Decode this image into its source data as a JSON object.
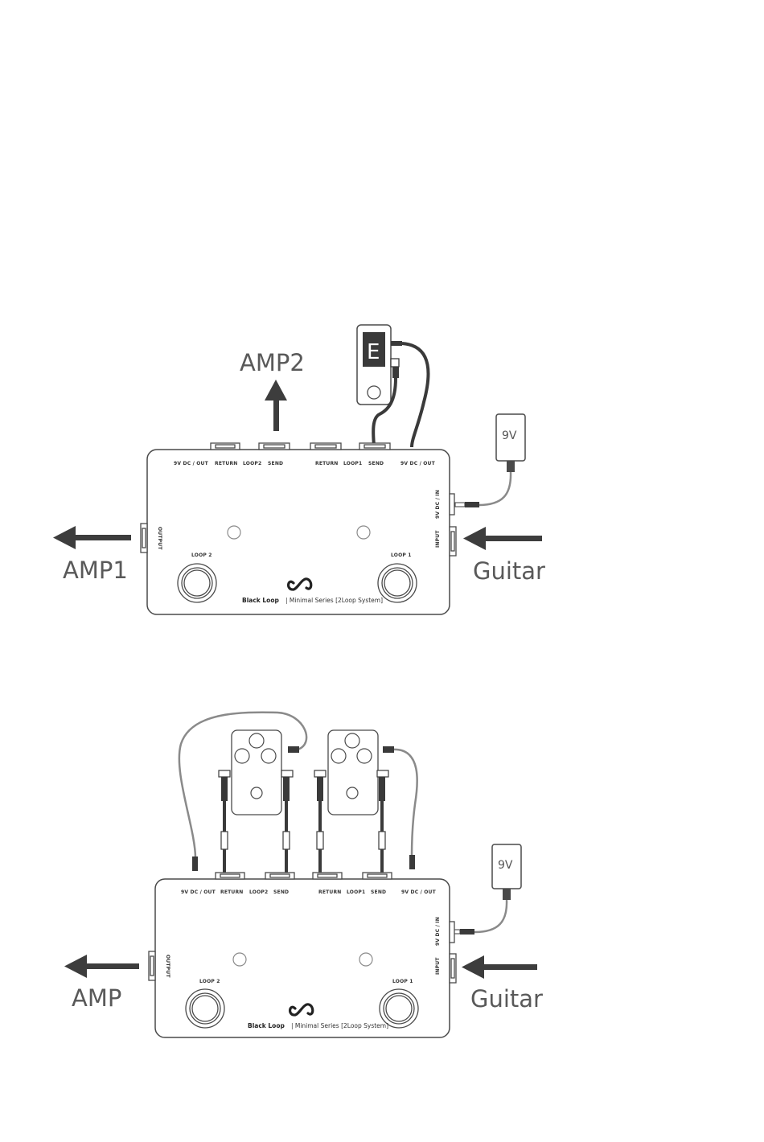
{
  "diagram_top": {
    "labels": {
      "amp_top": "AMP2",
      "amp_left": "AMP1",
      "guitar": "Guitar",
      "power": "9V",
      "tuner_display": "E"
    },
    "jacks_top": [
      "9V DC / OUT",
      "RETURN",
      "LOOP2",
      "SEND",
      "RETURN",
      "LOOP1",
      "SEND",
      "9V DC / OUT"
    ],
    "side_output": "OUTPUT",
    "side_dc_in": "9V DC / IN",
    "side_input": "INPUT",
    "footswitch_left": "LOOP 2",
    "footswitch_right": "LOOP 1",
    "brand_bold": "Black Loop",
    "brand_rest": "| Minimal Series [2Loop System]"
  },
  "diagram_bottom": {
    "labels": {
      "amp_left": "AMP",
      "guitar": "Guitar",
      "power": "9V"
    },
    "jacks_top": [
      "9V DC / OUT",
      "RETURN",
      "LOOP2",
      "SEND",
      "RETURN",
      "LOOP1",
      "SEND",
      "9V DC / OUT"
    ],
    "side_output": "OUTPUT",
    "side_dc_in": "9V DC / IN",
    "side_input": "INPUT",
    "footswitch_left": "LOOP 2",
    "footswitch_right": "LOOP 1",
    "brand_bold": "Black Loop",
    "brand_rest": "| Minimal Series [2Loop System]"
  },
  "colors": {
    "outline": "#4a4a4a",
    "arrow": "#3d3d3d",
    "label": "#595959",
    "cable_dark": "#3a3a3a",
    "cable_light": "#8a8a8a"
  }
}
